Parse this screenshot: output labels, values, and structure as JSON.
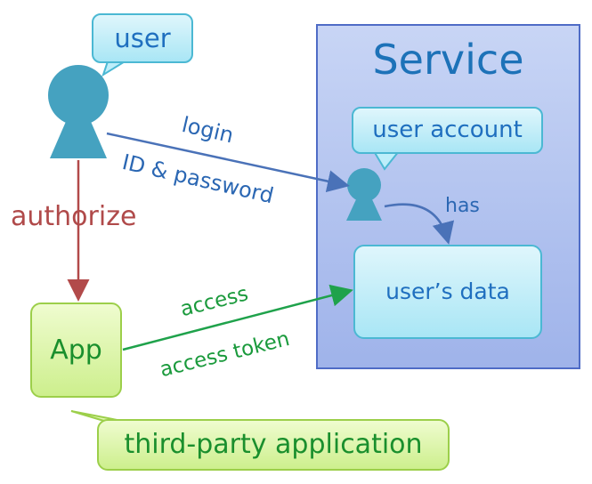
{
  "diagram": {
    "service_title": "Service",
    "user_label": "user",
    "user_account_label": "user account",
    "user_data_label": "user’s data",
    "app_label": "App",
    "third_party_label": "third-party application",
    "edges": {
      "login": "login",
      "credentials": "ID & password",
      "has": "has",
      "authorize": "authorize",
      "access": "access",
      "access_token": "access token"
    }
  },
  "colors": {
    "person": "#45a2c0",
    "login_arrow": "#4a72b8",
    "authorize_arrow": "#b24a4a",
    "access_arrow": "#1fa24b",
    "service_border": "#4f6cc6",
    "app_border": "#9ccf4a",
    "bubble_border": "#4bb8d3"
  }
}
